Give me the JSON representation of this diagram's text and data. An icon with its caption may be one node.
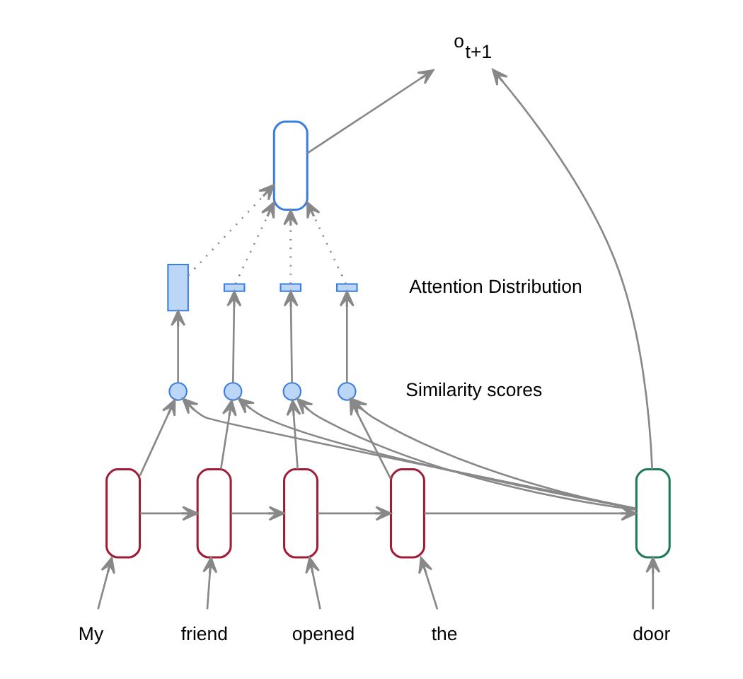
{
  "diagram": {
    "nodes": [
      {
        "text": [
          "My"
        ]
      },
      {
        "text": [
          "friend"
        ]
      },
      {
        "text": [
          "opened"
        ]
      },
      {
        "text": [
          "the"
        ]
      },
      {
        "text": [
          "door"
        ]
      },
      {
        "text": [],
        "shape": "box"
      },
      {
        "text": [],
        "shape": "box"
      },
      {
        "text": [],
        "shape": "box"
      },
      {
        "text": [],
        "shape": "box"
      },
      {
        "text": [],
        "shape": "box"
      },
      {
        "text": [],
        "shape": "circle"
      },
      {
        "text": [],
        "shape": "circle"
      },
      {
        "text": [],
        "shape": "circle"
      },
      {
        "text": [],
        "shape": "circle"
      },
      {
        "text": [],
        "shape": "bar"
      },
      {
        "text": [],
        "shape": "bar"
      },
      {
        "text": [],
        "shape": "bar"
      },
      {
        "text": [],
        "shape": "bar"
      },
      {
        "text": [],
        "shape": "box"
      },
      {
        "text": [
          "o$_{t+1}$"
        ]
      }
    ],
    "edges": [
      {
        "from": 0,
        "to": 5,
        "arrow": "to"
      },
      {
        "from": 1,
        "to": 6,
        "arrow": "to"
      },
      {
        "from": 2,
        "to": 7,
        "arrow": "to"
      },
      {
        "from": 3,
        "to": 8,
        "arrow": "to"
      },
      {
        "from": 4,
        "to": 9,
        "arrow": "to"
      },
      {
        "from": 5,
        "to": 6,
        "arrow": "to"
      },
      {
        "from": 6,
        "to": 7,
        "arrow": "to"
      },
      {
        "from": 7,
        "to": 8,
        "arrow": "to"
      },
      {
        "from": 8,
        "to": 9,
        "arrow": "to"
      },
      {
        "from": 5,
        "to": 10,
        "arrow": "to"
      },
      {
        "from": 6,
        "to": 11,
        "arrow": "to"
      },
      {
        "from": 7,
        "to": 12,
        "arrow": "to"
      },
      {
        "from": 8,
        "to": 13,
        "arrow": "to"
      },
      {
        "from": 9,
        "to": 10,
        "arrow": "to"
      },
      {
        "from": 9,
        "to": 11,
        "arrow": "to"
      },
      {
        "from": 9,
        "to": 12,
        "arrow": "to"
      },
      {
        "from": 9,
        "to": 13,
        "arrow": "to"
      },
      {
        "from": 10,
        "to": 14,
        "arrow": "to"
      },
      {
        "from": 11,
        "to": 15,
        "arrow": "to"
      },
      {
        "from": 12,
        "to": 16,
        "arrow": "to"
      },
      {
        "from": 13,
        "to": 17,
        "arrow": "to"
      },
      {
        "from": 14,
        "to": 18,
        "arrow": "to",
        "style": "dashed"
      },
      {
        "from": 15,
        "to": 18,
        "arrow": "to",
        "style": "dashed"
      },
      {
        "from": 16,
        "to": 18,
        "arrow": "to",
        "style": "dashed"
      },
      {
        "from": 17,
        "to": 18,
        "arrow": "to",
        "style": "dashed"
      },
      {
        "from": 18,
        "to": 19,
        "arrow": "to"
      },
      {
        "from": 9,
        "to": 19,
        "arrow": "to"
      }
    ],
    "labels": [
      "Attention Distribution",
      "Similarity scores"
    ]
  }
}
